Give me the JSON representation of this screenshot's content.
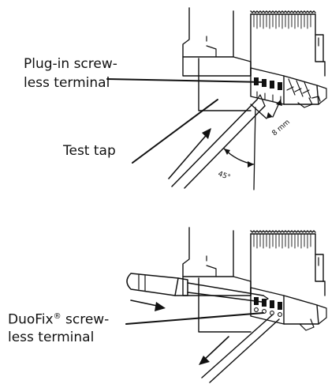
{
  "top_panel": {
    "label_line1": "Plug-in screw-",
    "label_line2": "less terminal",
    "tool_label": "Test tap",
    "dim_length": "8 mm",
    "dim_angle": "45°"
  },
  "bottom_panel": {
    "label_brand": "DuoFix",
    "label_mark": "®",
    "label_line1_rest": " screw-",
    "label_line2": "less terminal"
  }
}
